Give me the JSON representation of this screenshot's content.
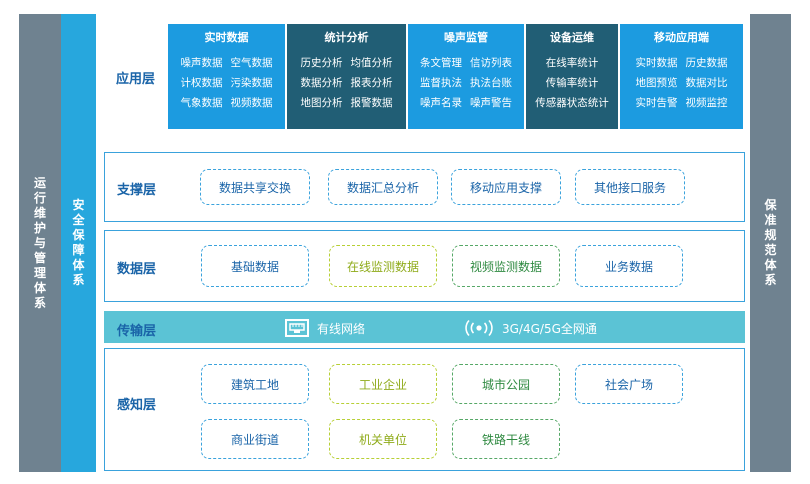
{
  "left_bar": {
    "chars": [
      "运",
      "行",
      "维",
      "护",
      "与",
      "管",
      "理",
      "体",
      "系"
    ]
  },
  "security_bar": {
    "chars": [
      "安",
      "全",
      "保",
      "障",
      "体",
      "系"
    ]
  },
  "right_bar": {
    "chars": [
      "保",
      "准",
      "规",
      "范",
      "体",
      "系"
    ]
  },
  "layers": {
    "application": {
      "label": "应用层",
      "blocks": [
        {
          "title": "实时数据",
          "rows": [
            [
              "噪声数据",
              "空气数据"
            ],
            [
              "计权数据",
              "污染数据"
            ],
            [
              "气象数据",
              "视频数据"
            ]
          ]
        },
        {
          "title": "统计分析",
          "rows": [
            [
              "历史分析",
              "均值分析"
            ],
            [
              "数据分析",
              "报表分析"
            ],
            [
              "地图分析",
              "报警数据"
            ]
          ]
        },
        {
          "title": "噪声监管",
          "rows": [
            [
              "条文管理",
              "信访列表"
            ],
            [
              "监督执法",
              "执法台账"
            ],
            [
              "噪声名录",
              "噪声警告"
            ]
          ]
        },
        {
          "title": "设备运维",
          "rows": [
            [
              "在线率统计"
            ],
            [
              "传输率统计"
            ],
            [
              "传感器状态统计"
            ]
          ]
        },
        {
          "title": "移动应用端",
          "rows": [
            [
              "实时数据",
              "历史数据"
            ],
            [
              "地图预览",
              "数据对比"
            ],
            [
              "实时告警",
              "视频监控"
            ]
          ]
        }
      ]
    },
    "support": {
      "label": "支撑层",
      "items": [
        "数据共享交换",
        "数据汇总分析",
        "移动应用支撑",
        "其他接口服务"
      ]
    },
    "data": {
      "label": "数据层",
      "items": [
        "基础数据",
        "在线监测数据",
        "视频监测数据",
        "业务数据"
      ]
    },
    "transport": {
      "label": "传输层",
      "wired": "有线网络",
      "wireless": "3G/4G/5G全网通",
      "wired_icon": "ethernet-port-icon",
      "wireless_icon": "wireless-signal-icon"
    },
    "perception": {
      "label": "感知层",
      "row1": [
        "建筑工地",
        "工业企业",
        "城市公园",
        "社会广场"
      ],
      "row2": [
        "商业街道",
        "机关单位",
        "铁路干线"
      ]
    }
  },
  "colors": {
    "ops_bar": "#6f8290",
    "security_bar": "#27a7dd",
    "app_blue": "#1c9be0",
    "app_teal": "#215e75",
    "transport": "#5bc3d5",
    "label": "#1a64a8"
  }
}
